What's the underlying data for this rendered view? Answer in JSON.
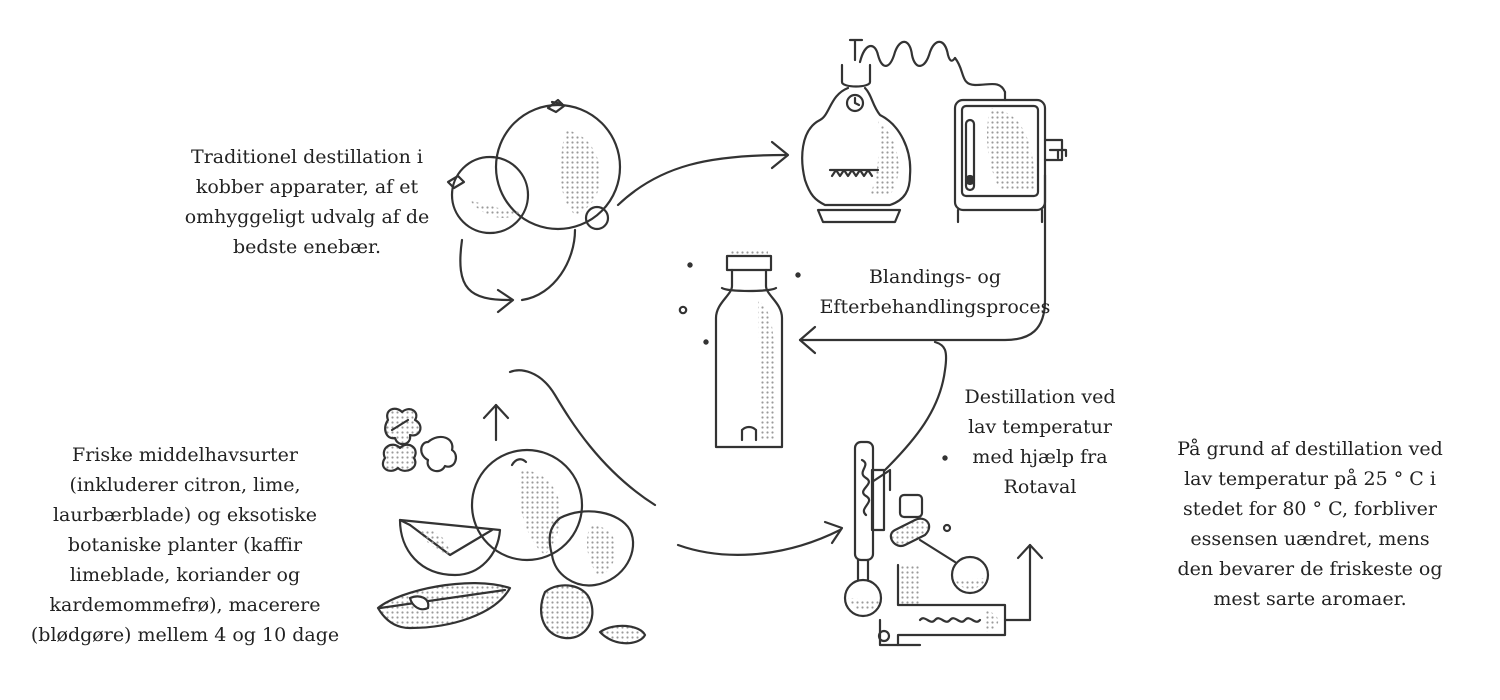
{
  "captions": {
    "traditional": {
      "lines": [
        "Traditionel destillation i",
        "kobber apparater, af et",
        "omhyggeligt udvalg af de",
        "bedste enebær."
      ]
    },
    "blending": {
      "lines": [
        "Blandings- og",
        "Efterbehandlingsproces"
      ]
    },
    "lowtemp": {
      "lines": [
        "Destillation ved",
        "lav temperatur",
        "med hjælp fra",
        "Rotaval"
      ]
    },
    "botanicals": {
      "lines": [
        "Friske middelhavsurter",
        "(inkluderer citron, lime,",
        "laurbærblade)  og eksotiske",
        "botaniske planter (kaffir",
        "limeblade, koriander og",
        "kardemommefrø), macerere",
        "(blødgøre) mellem 4 og 10 dage"
      ]
    },
    "explanation": {
      "lines": [
        "På grund af destillation ved",
        "lav temperatur på 25 ° C i",
        "stedet for 80 ° C, forbliver",
        "essensen uændret, mens",
        "den bevarer de friskeste og",
        "mest sarte aromaer."
      ]
    }
  },
  "colors": {
    "line": "#333333",
    "dots": "#9a9a9a",
    "text": "#222222",
    "background": "#ffffff"
  },
  "icons": {
    "fruits_top": "juniper-berries-illustration",
    "copper_still": "copper-pot-still-illustration",
    "condenser": "condenser-tank-illustration",
    "bottle": "gin-bottle-illustration",
    "botanicals": "citrus-and-leaves-illustration",
    "rotavap": "rotary-evaporator-illustration"
  }
}
